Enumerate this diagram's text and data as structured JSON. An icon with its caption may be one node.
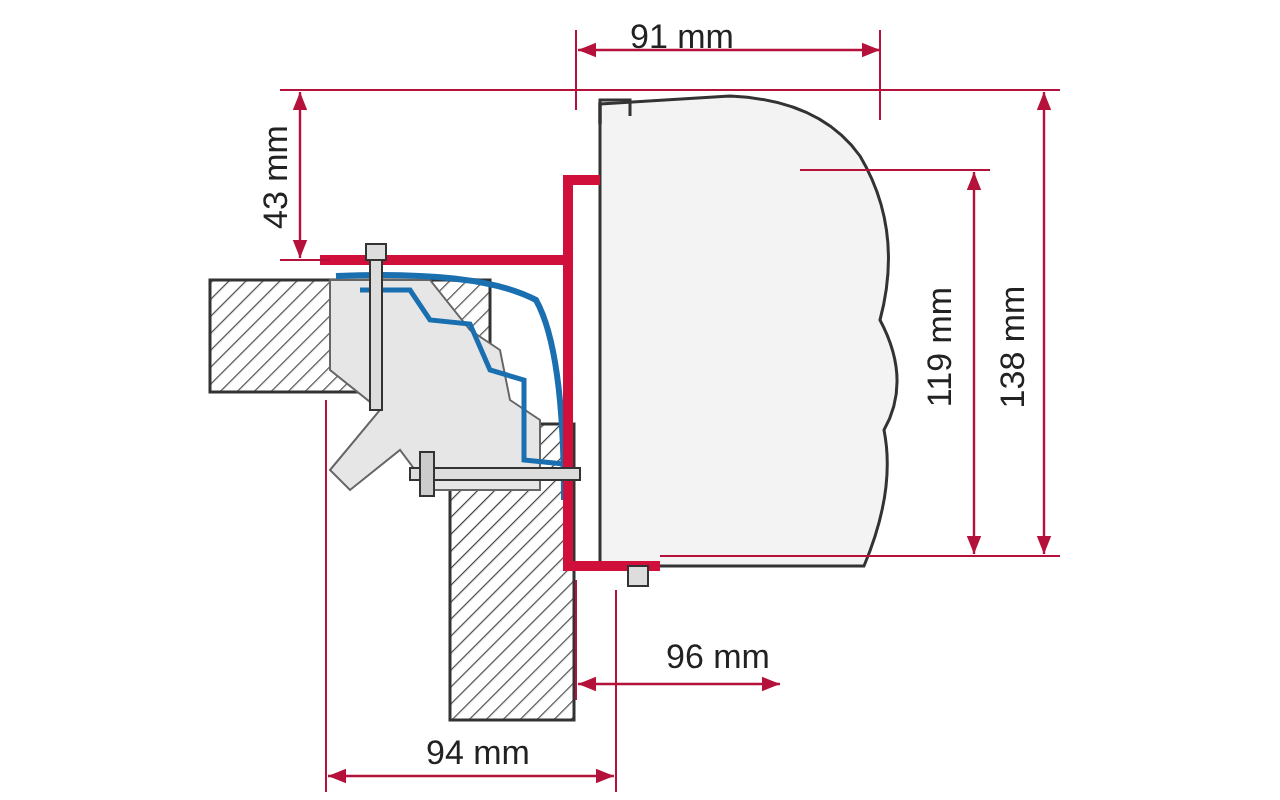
{
  "diagram": {
    "labels": [
      "91 mm",
      "43 mm",
      "119 mm",
      "138 mm",
      "96 mm",
      "94 mm"
    ]
  }
}
